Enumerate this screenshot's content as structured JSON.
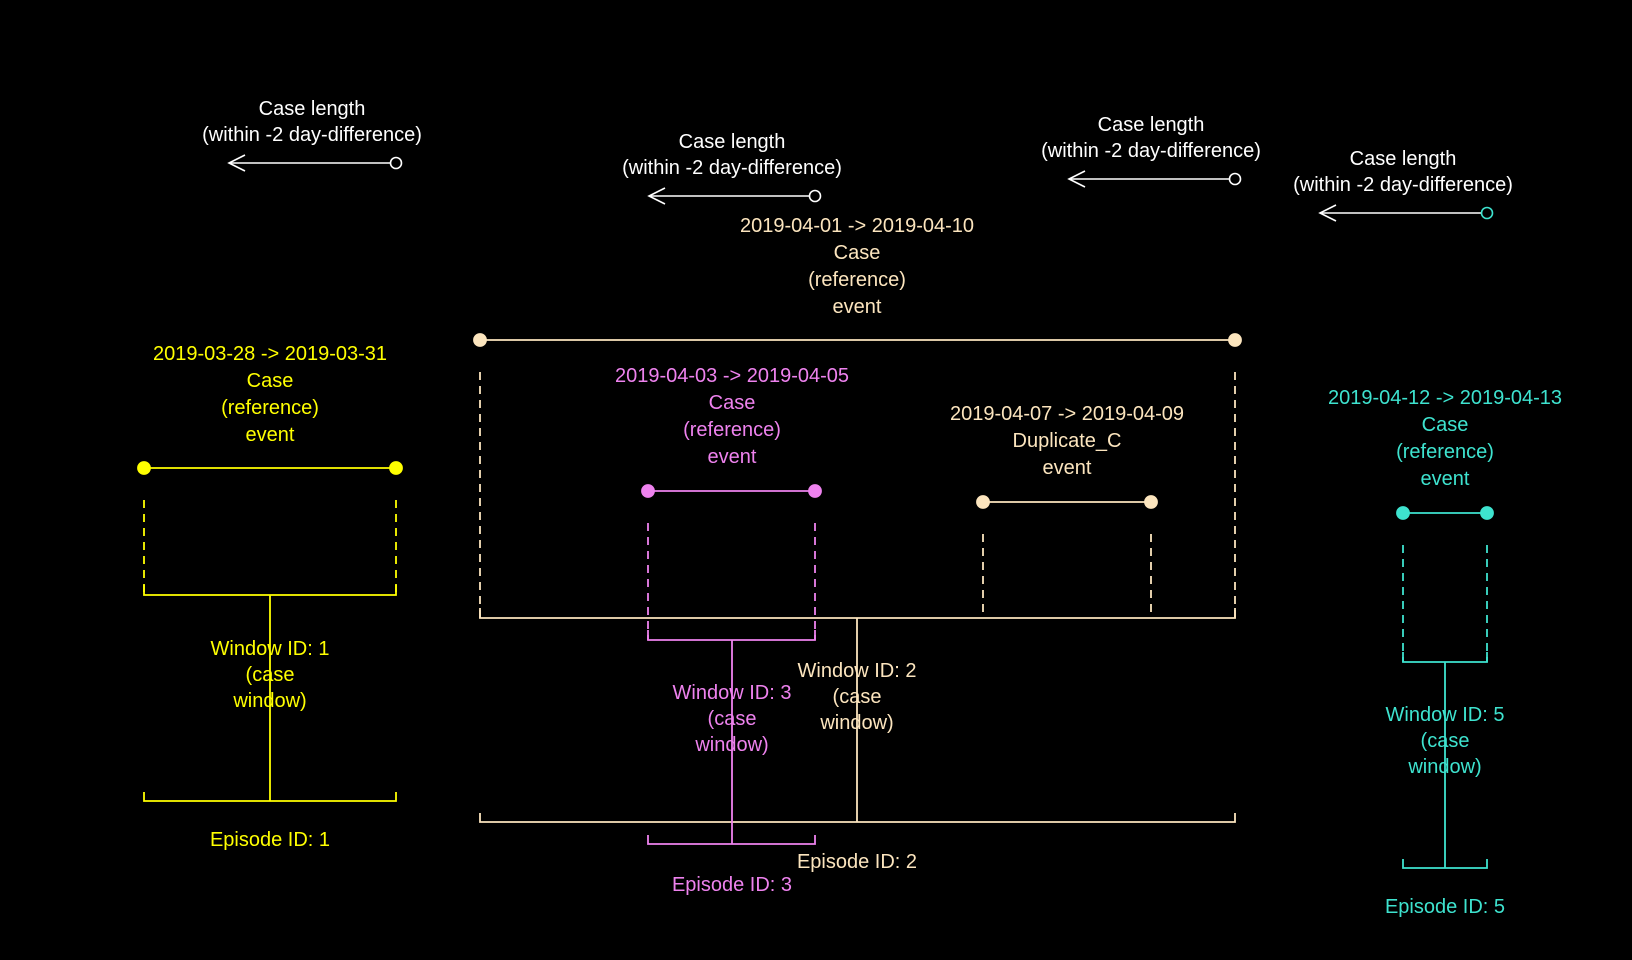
{
  "colors": {
    "background": "#000000",
    "white": "#ffffff",
    "yellow": "#ffff00",
    "pink": "#ee82ee",
    "beige": "#fce5be",
    "teal": "#3ee3cf"
  },
  "case_length": {
    "l1": "Case length",
    "l2": "(within -2 day-difference)"
  },
  "groups": {
    "g1": {
      "date": "2019-03-28 -> 2019-03-31",
      "role1": "Case",
      "role2": "(reference)",
      "role3": "event",
      "win1": "Window ID: 1",
      "win2": "(case",
      "win3": "window)",
      "episode": "Episode ID: 1"
    },
    "g2": {
      "date": "2019-04-01 -> 2019-04-10",
      "role1": "Case",
      "role2": "(reference)",
      "role3": "event",
      "win1": "Window ID: 2",
      "win2": "(case",
      "win3": "window)",
      "episode": "Episode ID: 2"
    },
    "g3": {
      "date": "2019-04-03 -> 2019-04-05",
      "role1": "Case",
      "role2": "(reference)",
      "role3": "event",
      "win1": "Window ID: 3",
      "win2": "(case",
      "win3": "window)",
      "episode": "Episode ID: 3"
    },
    "g4": {
      "date": "2019-04-07 -> 2019-04-09",
      "role1": "Duplicate_C",
      "role2": "event"
    },
    "g5": {
      "date": "2019-04-12 -> 2019-04-13",
      "role1": "Case",
      "role2": "(reference)",
      "role3": "event",
      "win1": "Window ID: 5",
      "win2": "(case",
      "win3": "window)",
      "episode": "Episode ID: 5"
    }
  }
}
